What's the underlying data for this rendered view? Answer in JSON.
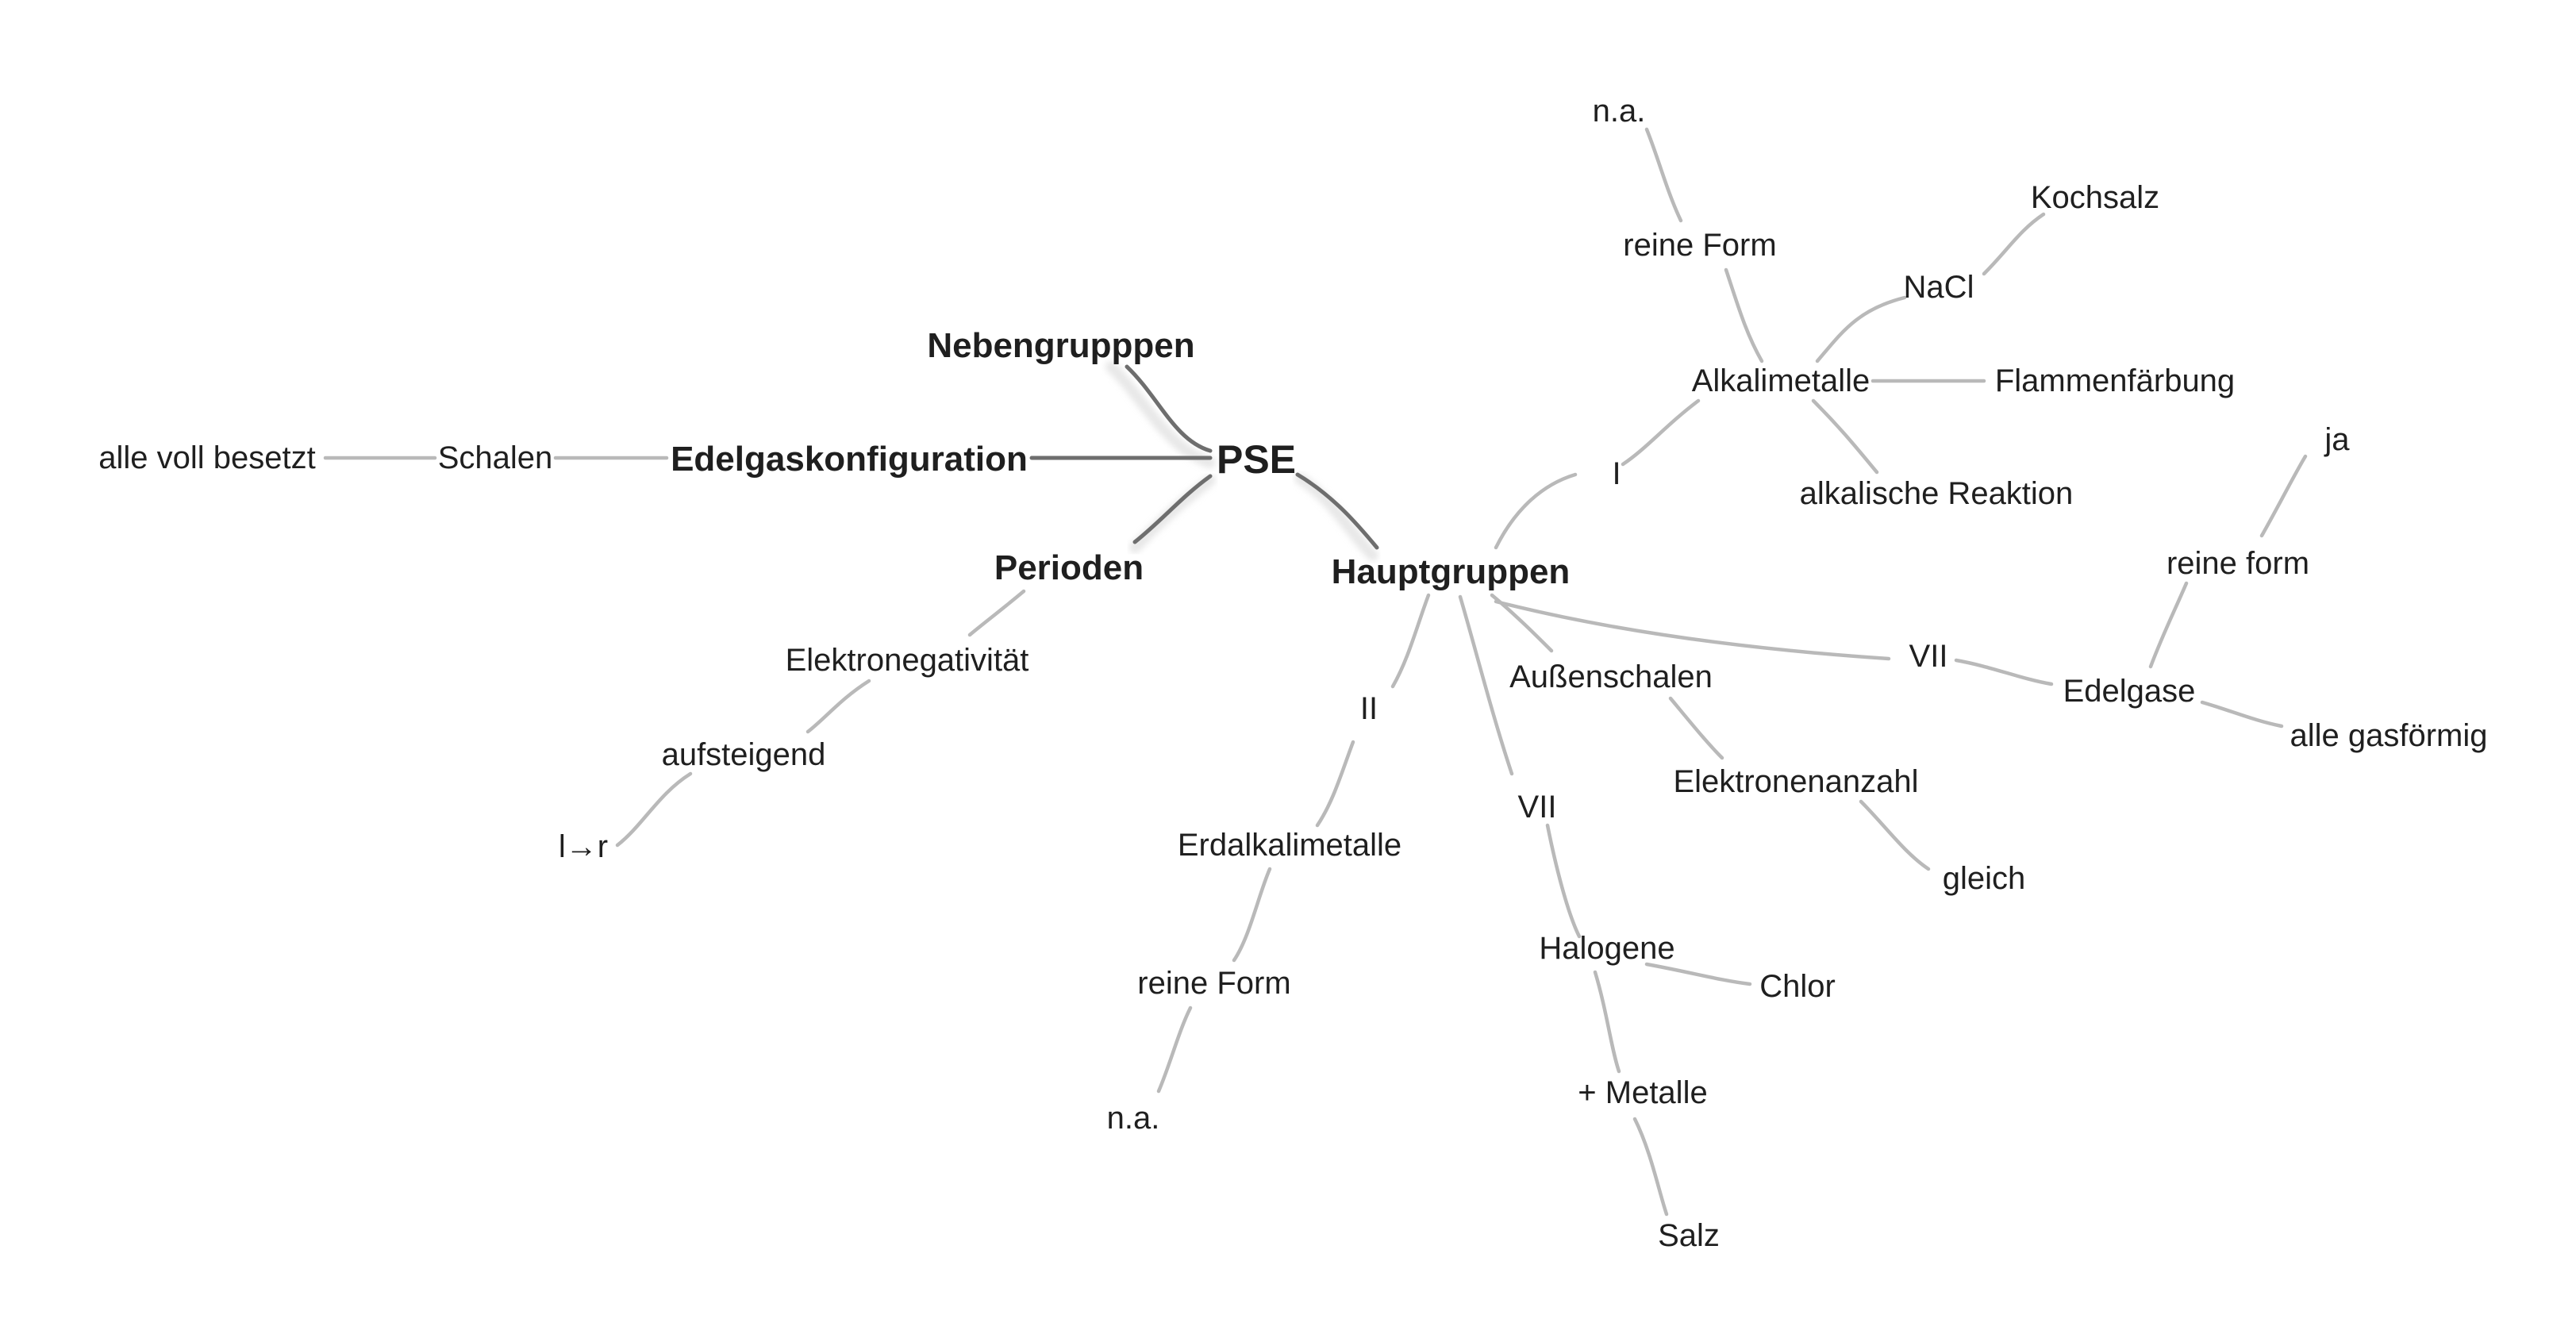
{
  "mindmap": {
    "root": "PSE",
    "branches": {
      "nebengruppen": "Nebengrupppen",
      "edelgaskonfiguration": {
        "label": "Edelgaskonfiguration",
        "schalen": "Schalen",
        "alle_voll_besetzt": "alle voll besetzt"
      },
      "perioden": {
        "label": "Perioden",
        "elektronegativitaet": "Elektronegativität",
        "aufsteigend": "aufsteigend",
        "richtung": "l→r"
      },
      "hauptgruppen": {
        "label": "Hauptgruppen",
        "gruppe_i": {
          "label": "I",
          "alkalimetalle": "Alkalimetalle",
          "reine_form": "reine Form",
          "na": "n.a.",
          "nacl": "NaCl",
          "kochsalz": "Kochsalz",
          "flammenfaerbung": "Flammenfärbung",
          "alkalische_reaktion": "alkalische Reaktion"
        },
        "gruppe_ii": {
          "label": "II",
          "erdalkalimetalle": "Erdalkalimetalle",
          "reine_form": "reine Form",
          "na": "n.a."
        },
        "gruppe_vii_halogene": {
          "label": "VII",
          "halogene": "Halogene",
          "chlor": "Chlor",
          "metalle": "+ Metalle",
          "salz": "Salz"
        },
        "aussenschalen": {
          "label": "Außenschalen",
          "elektronenanzahl": "Elektronenanzahl",
          "gleich": "gleich"
        },
        "gruppe_vii_edelgase": {
          "label": "VII",
          "edelgase": "Edelgase",
          "reine_form": "reine form",
          "ja": "ja",
          "alle_gasfoermig": "alle gasförmig"
        }
      }
    }
  },
  "colors": {
    "main_edge": "#6e6e6e",
    "sub_edge": "#b9b9b9",
    "text": "#1f1f1f",
    "background": "#ffffff"
  }
}
